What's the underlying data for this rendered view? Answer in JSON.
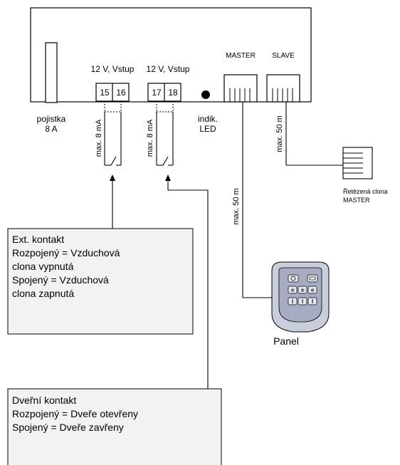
{
  "controller": {
    "fuse_label_1": "pojistka",
    "fuse_label_2": "8 A",
    "input_a_label": "12 V, Vstup",
    "input_b_label": "12 V, Vstup",
    "terminal_15": "15",
    "terminal_16": "16",
    "terminal_17": "17",
    "terminal_18": "18",
    "master_label": "MASTER",
    "slave_label": "SLAVE",
    "led_label_1": "indik.",
    "led_label_2": "LED"
  },
  "wiring": {
    "max_current_a": "max. 8 mA",
    "max_current_b": "max. 8 mA",
    "max_len_slave": "max. 50 m",
    "max_len_panel": "max. 50 m"
  },
  "chained_unit": {
    "label_1": "Řetězená clona",
    "label_2": "MASTER"
  },
  "panel": {
    "label": "Panel"
  },
  "ext_contact": {
    "line1": "Ext. kontakt",
    "line2": "Rozpojený = Vzduchová",
    "line3": "clona vypnutá",
    "line4": "Spojený = Vzduchová",
    "line5": "clona zapnutá"
  },
  "door_contact": {
    "line1": "Dveřní kontakt",
    "line2": "Rozpojený = Dveře otevřeny",
    "line3": "Spojený = Dveře zavřeny"
  },
  "colors": {
    "note_fill": "#f2f2f2",
    "panel_body": "#c9cedd",
    "panel_face": "#a6adc3",
    "panel_button": "#e6e8ef"
  }
}
